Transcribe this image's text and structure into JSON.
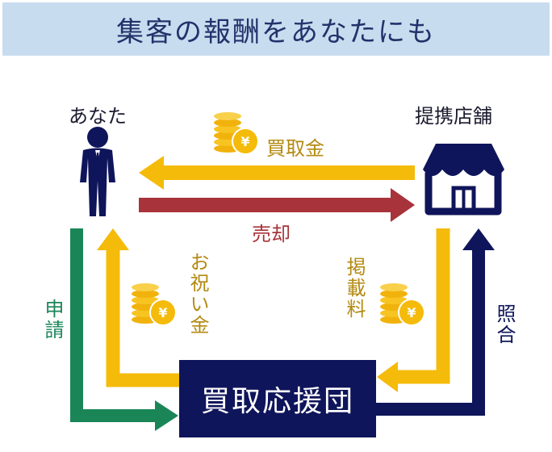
{
  "header": {
    "title": "集客の報酬をあなたにも"
  },
  "nodes": {
    "you": "あなた",
    "partner_store": "提携店舗",
    "organization": "買取応援団"
  },
  "flows": {
    "purchase_money": "買取金",
    "sale": "売却",
    "application": "申請",
    "reward": "お祝い金",
    "listing_fee": "掲載料",
    "verification": "照合"
  },
  "colors": {
    "navy": "#0f155a",
    "gold": "#f5bb0a",
    "red": "#a8333b",
    "green": "#1a8658",
    "banner": "#c8dcef"
  },
  "icons": [
    "person-icon",
    "store-icon",
    "coin-stack-icon"
  ]
}
